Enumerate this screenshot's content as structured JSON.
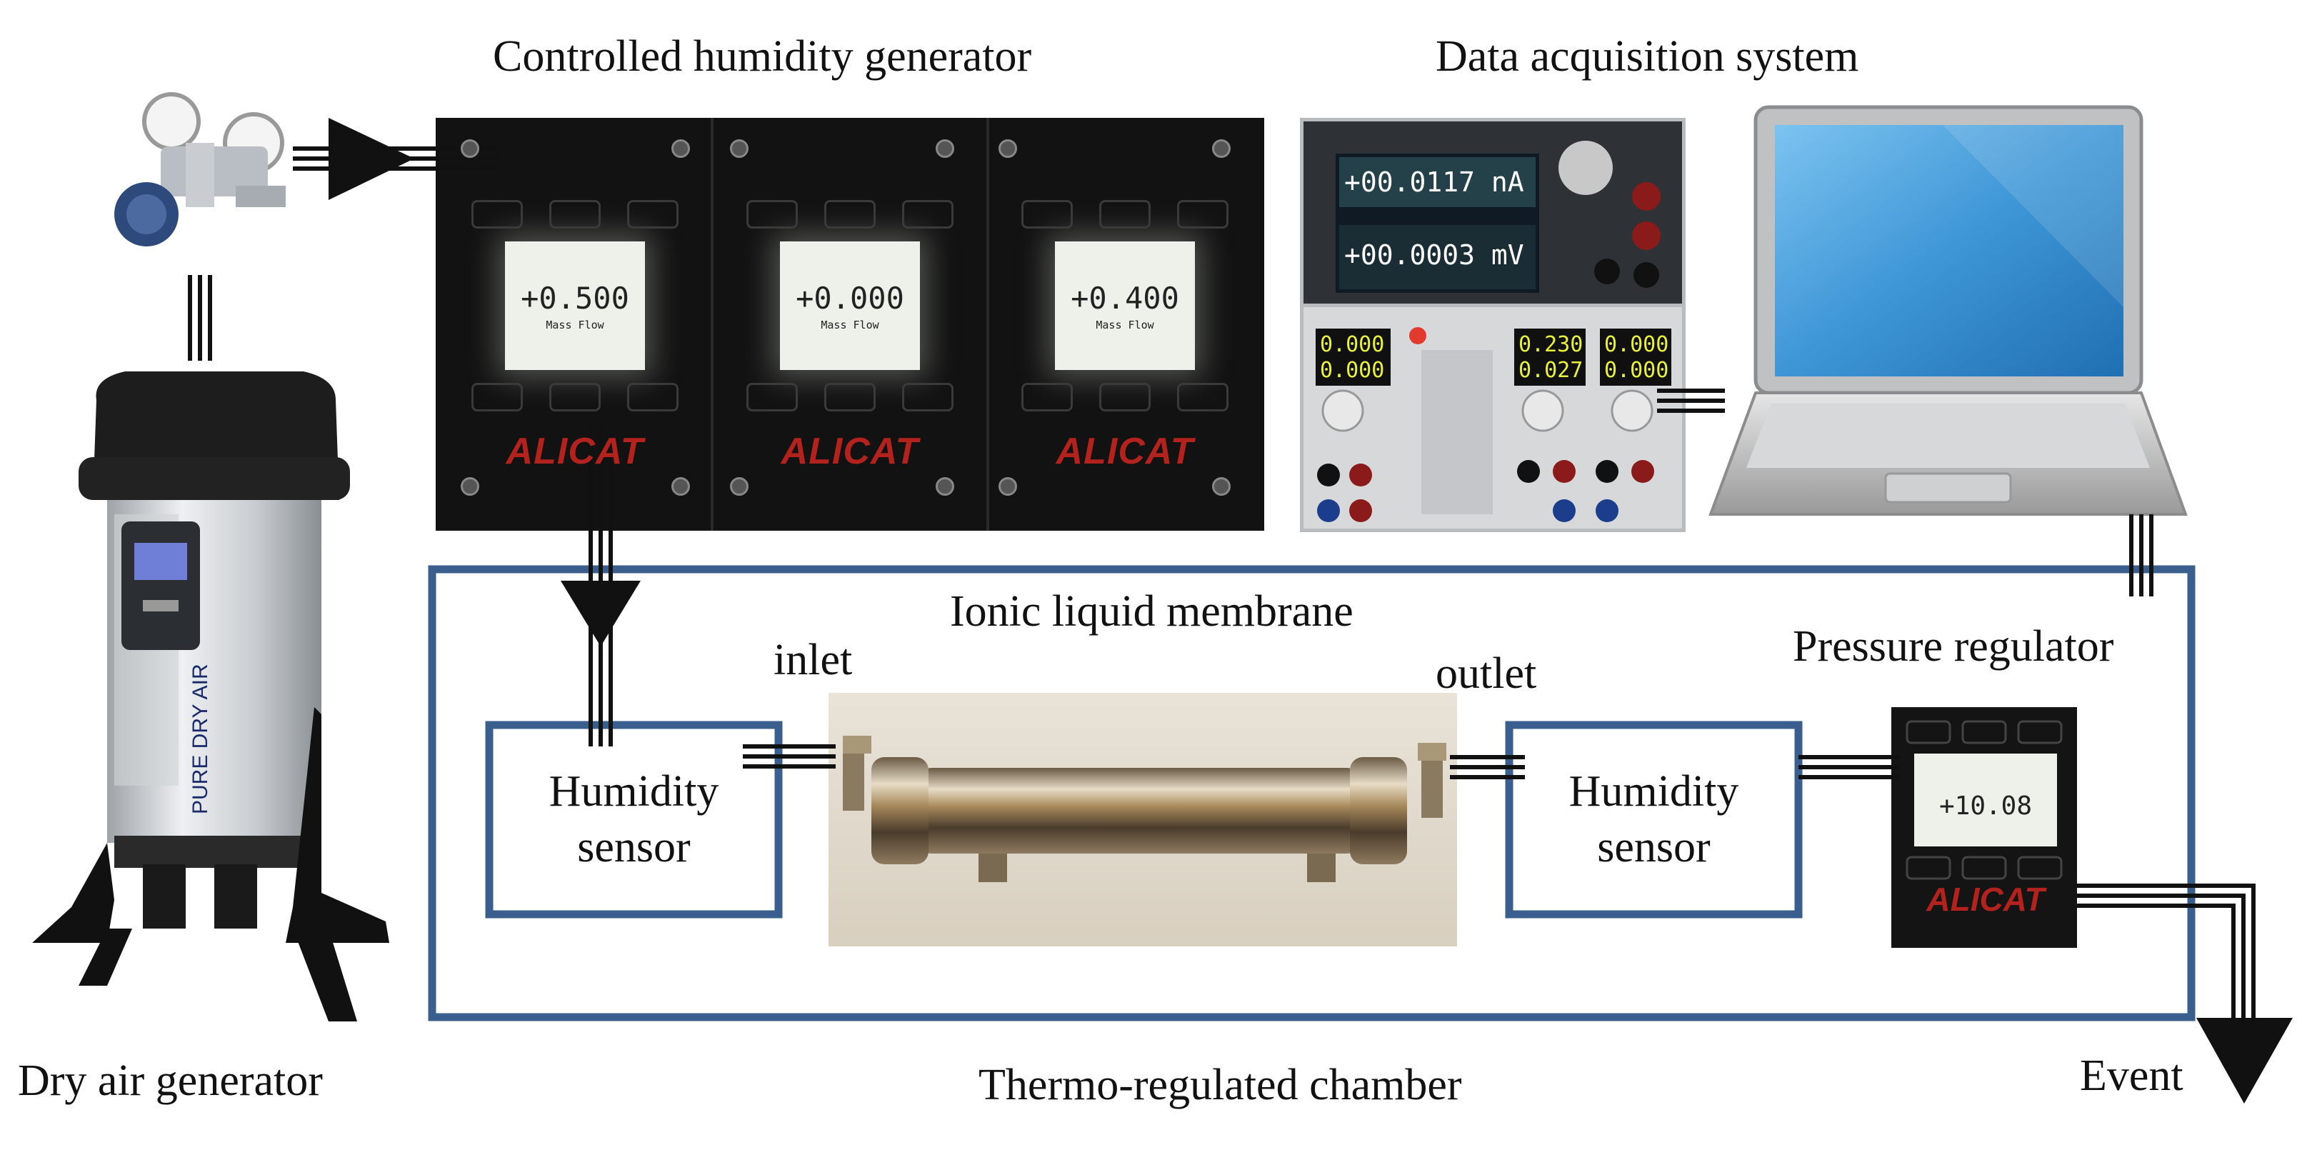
{
  "labels": {
    "controlled_humidity_generator": "Controlled humidity generator",
    "data_acquisition_system": "Data acquisition system",
    "ionic_liquid_membrane": "Ionic liquid membrane",
    "inlet": "inlet",
    "outlet": "outlet",
    "pressure_regulator": "Pressure regulator",
    "humidity_sensor_line1": "Humidity",
    "humidity_sensor_line2": "sensor",
    "dry_air_generator": "Dry air generator",
    "thermo_regulated_chamber": "Thermo-regulated chamber",
    "event": "Event"
  },
  "devices": {
    "mfc_readings": [
      "+0.500",
      "+0.000",
      "+0.400"
    ],
    "mfc_subtitle": "Mass Flow",
    "mfc_brand": "ALICAT",
    "pressure_reading": "+10.08",
    "picoammeter_current": "+00.0117 nA",
    "picoammeter_voltage": "+00.0003 mV",
    "power_supply_left": [
      "0.000",
      "0.000"
    ],
    "power_supply_right_a": [
      "0.230",
      "0.027"
    ],
    "power_supply_right_b": [
      "0.000",
      "0.000"
    ],
    "dryer_brand": "PURE DRY AIR"
  },
  "colors": {
    "box_border": "#3a5f8f",
    "pipe": "#111111",
    "panel_dark": "#141414",
    "lcd": "#eef0ea",
    "brand_red": "#b3221c",
    "laptop_screen": "#4fa4e3"
  }
}
